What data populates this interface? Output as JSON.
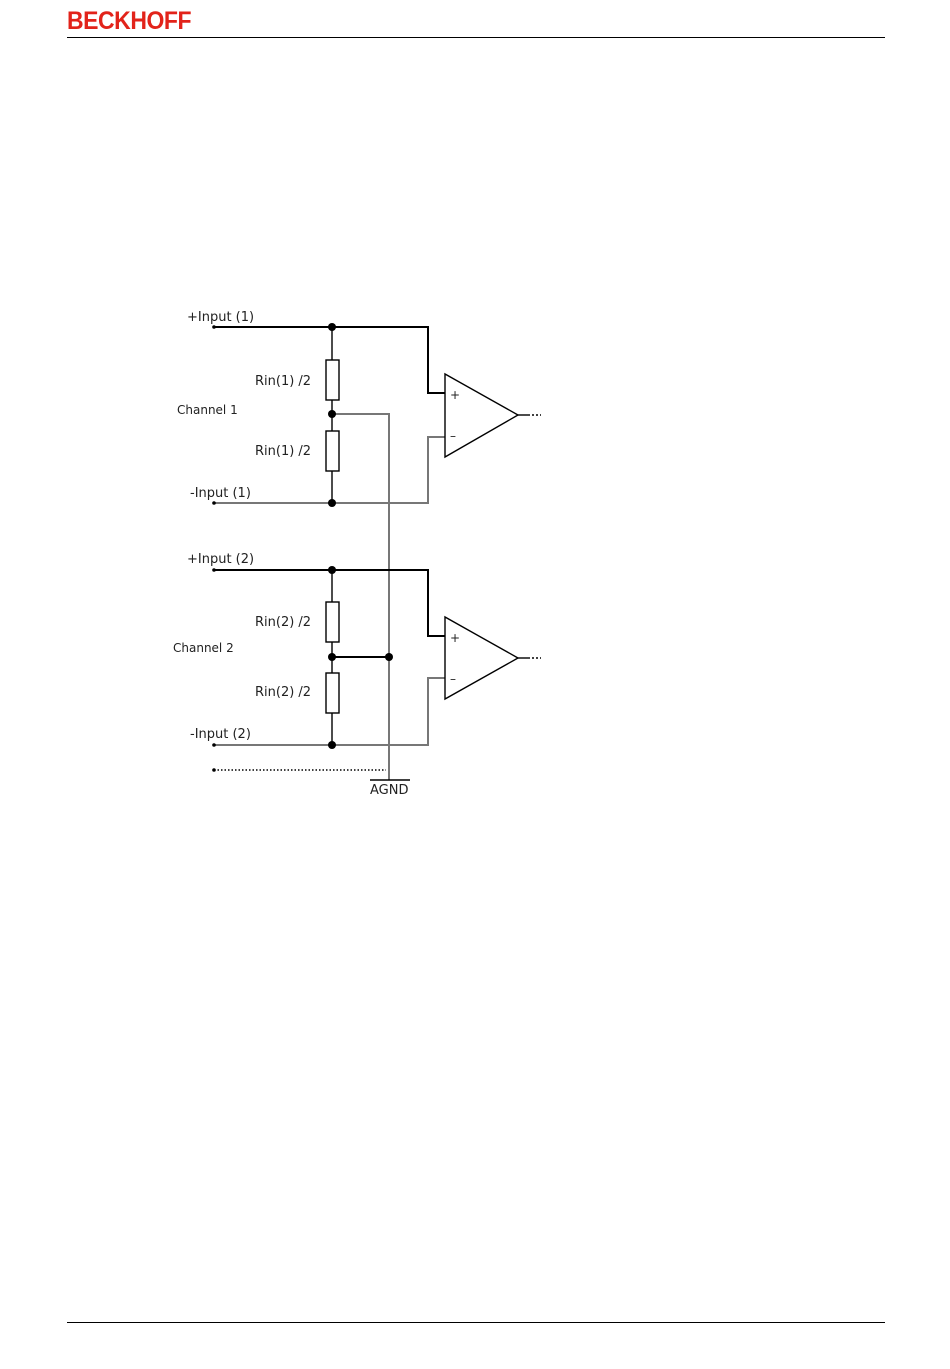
{
  "header": {
    "logo_text": "BECKHOFF",
    "logo_color": "#e2231a"
  },
  "schematic": {
    "channel_1": {
      "label": "Channel 1",
      "plus_input": "+Input (1)",
      "minus_input": "-Input (1)",
      "resistor_top": "Rin(1) /2",
      "resistor_bottom": "Rin(1) /2"
    },
    "channel_2": {
      "label": "Channel 2",
      "plus_input": "+Input (2)",
      "minus_input": "-Input (2)",
      "resistor_top": "Rin(2) /2",
      "resistor_bottom": "Rin(2) /2"
    },
    "opamp_plus_sign": "+",
    "opamp_minus_sign": "–",
    "ground_label": "AGND"
  }
}
